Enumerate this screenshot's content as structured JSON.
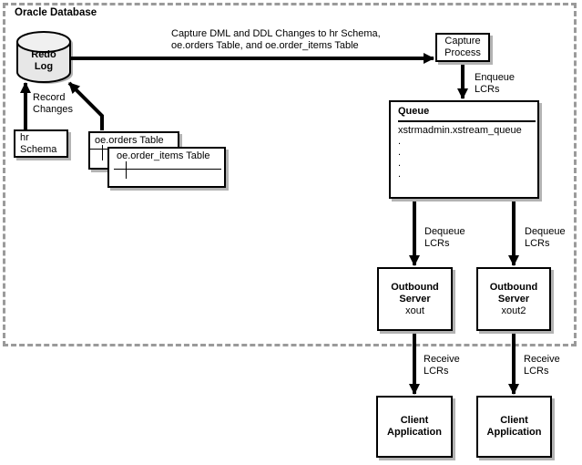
{
  "title": "Oracle Database",
  "redo_log": {
    "label": "Redo\nLog"
  },
  "record_changes_label": "Record\nChanges",
  "hr_schema": {
    "label": "hr\nSchema"
  },
  "oe_orders_table": {
    "label": "oe.orders Table"
  },
  "oe_order_items_table": {
    "label": "oe.order_items Table"
  },
  "capture_caption": "Capture DML and DDL Changes to hr Schema,\noe.orders Table, and oe.order_items Table",
  "capture_process": {
    "label": "Capture\nProcess"
  },
  "enqueue_label": "Enqueue\nLCRs",
  "queue": {
    "title": "Queue",
    "name": "xstrmadmin.xstream_queue",
    "dots": [
      ".",
      ".",
      ".",
      "."
    ]
  },
  "dequeue_left_label": "Dequeue\nLCRs",
  "dequeue_right_label": "Dequeue\nLCRs",
  "outbound_left": {
    "title": "Outbound\nServer",
    "name": "xout"
  },
  "outbound_right": {
    "title": "Outbound\nServer",
    "name": "xout2"
  },
  "receive_left_label": "Receive\nLCRs",
  "receive_right_label": "Receive\nLCRs",
  "client_left": {
    "label": "Client\nApplication"
  },
  "client_right": {
    "label": "Client\nApplication"
  },
  "colors": {
    "box_border": "#000000",
    "box_shadow": "#b3b3b3",
    "dashed_border": "#9a9a9a",
    "cylinder_fill": "#e7e7e7",
    "cylinder_top_fill": "#f0f0f0"
  }
}
